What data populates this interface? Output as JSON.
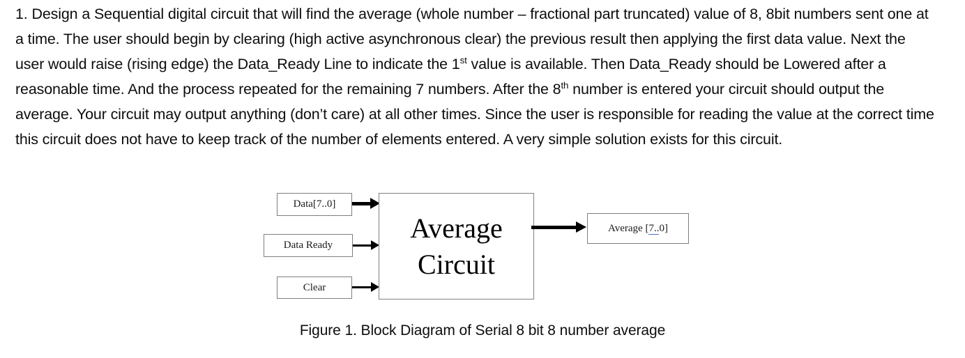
{
  "document": {
    "problem_number": "1.",
    "paragraph_parts": {
      "p1": "  Design a Sequential digital circuit that will find the average (whole number – fractional part truncated) value of 8, 8bit numbers sent one at a time.  The user should begin by clearing (high active asynchronous clear) the previous result then applying the first data value.  Next the user would raise (rising edge) the Data_Ready Line to indicate the 1",
      "sup1": "st",
      "p2": " value is available.  Then Data_Ready should be Lowered after a reasonable time.  And the process repeated for the remaining 7 numbers.  After the 8",
      "sup2": "th",
      "p3": " number is entered your circuit should output the average.  Your circuit may output anything (don’t care) at all other times.  Since the user is responsible for reading the value at the correct time this circuit does not have to keep track of the number of elements entered.  A very simple solution exists for this circuit."
    }
  },
  "figure": {
    "caption": "Figure 1. Block Diagram of Serial 8 bit 8 number average",
    "diagram": {
      "type": "block-diagram",
      "inputs": [
        {
          "label": "Data[7..0]",
          "signal": "data-bus",
          "width_bits": 8,
          "wire": "bus"
        },
        {
          "label": "Data Ready",
          "signal": "data-ready",
          "width_bits": 1,
          "wire": "single"
        },
        {
          "label": "Clear",
          "signal": "clear",
          "width_bits": 1,
          "wire": "single"
        }
      ],
      "main_block": {
        "line1": "Average",
        "line2": "Circuit"
      },
      "outputs": [
        {
          "label_prefix": "Average [",
          "label_link": "7..",
          "label_suffix": "0]",
          "signal": "average-bus",
          "width_bits": 8,
          "wire": "bus"
        }
      ]
    }
  },
  "colors": {
    "text": "#0d0d0d",
    "box_border": "#7f7f7f",
    "wire": "#000000",
    "link_underline": "#4a6fd1",
    "background": "#ffffff"
  }
}
